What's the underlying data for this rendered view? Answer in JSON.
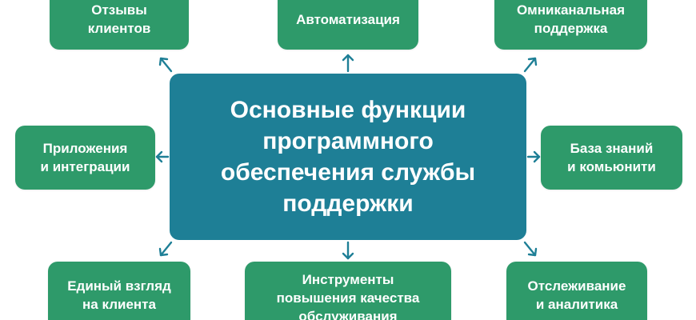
{
  "center": {
    "title": "Основные функции\nпрограммного\nобеспечения службы\nподдержки"
  },
  "nodes": {
    "reviews": "Отзывы\nклиентов",
    "automation": "Автоматизация",
    "omnichannel": "Омниканальная\nподдержка",
    "apps": "Приложения\nи интеграции",
    "knowledge": "База знаний\nи комьюнити",
    "single_view": "Единый взгляд\nна клиента",
    "quality_tools": "Инструменты\nповышения качества\nобслуживания",
    "tracking": "Отслеживание\nи аналитика"
  },
  "colors": {
    "center_fill": "#1e7f96",
    "node_fill": "#2e9a6a",
    "arrow": "#1e7f96",
    "text": "#ffffff"
  }
}
